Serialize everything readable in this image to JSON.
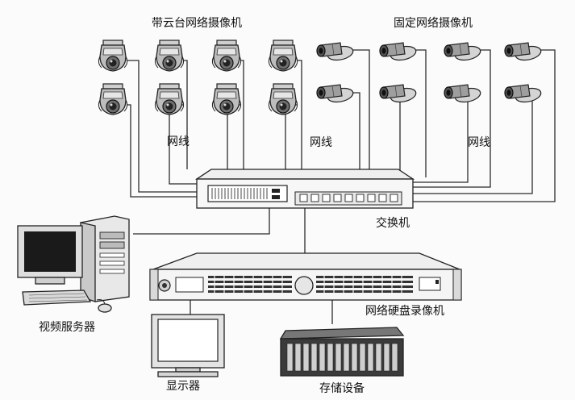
{
  "labels": {
    "ptz_cameras": "带云台网络摄像机",
    "fixed_cameras": "固定网络摄像机",
    "cable_left": "网线",
    "cable_middle": "网线",
    "cable_right": "网线",
    "switch": "交换机",
    "nvr": "网络硬盘录像机",
    "video_server": "视频服务器",
    "monitor": "显示器",
    "storage": "存储设备"
  },
  "devices": {
    "ptz_camera_icon": "ptz-camera-icon",
    "fixed_camera_icon": "fixed-camera-icon",
    "switch_icon": "network-switch-icon",
    "nvr_icon": "nvr-recorder-icon",
    "server_icon": "desktop-computer-icon",
    "monitor_icon": "monitor-icon",
    "storage_icon": "storage-array-icon"
  }
}
